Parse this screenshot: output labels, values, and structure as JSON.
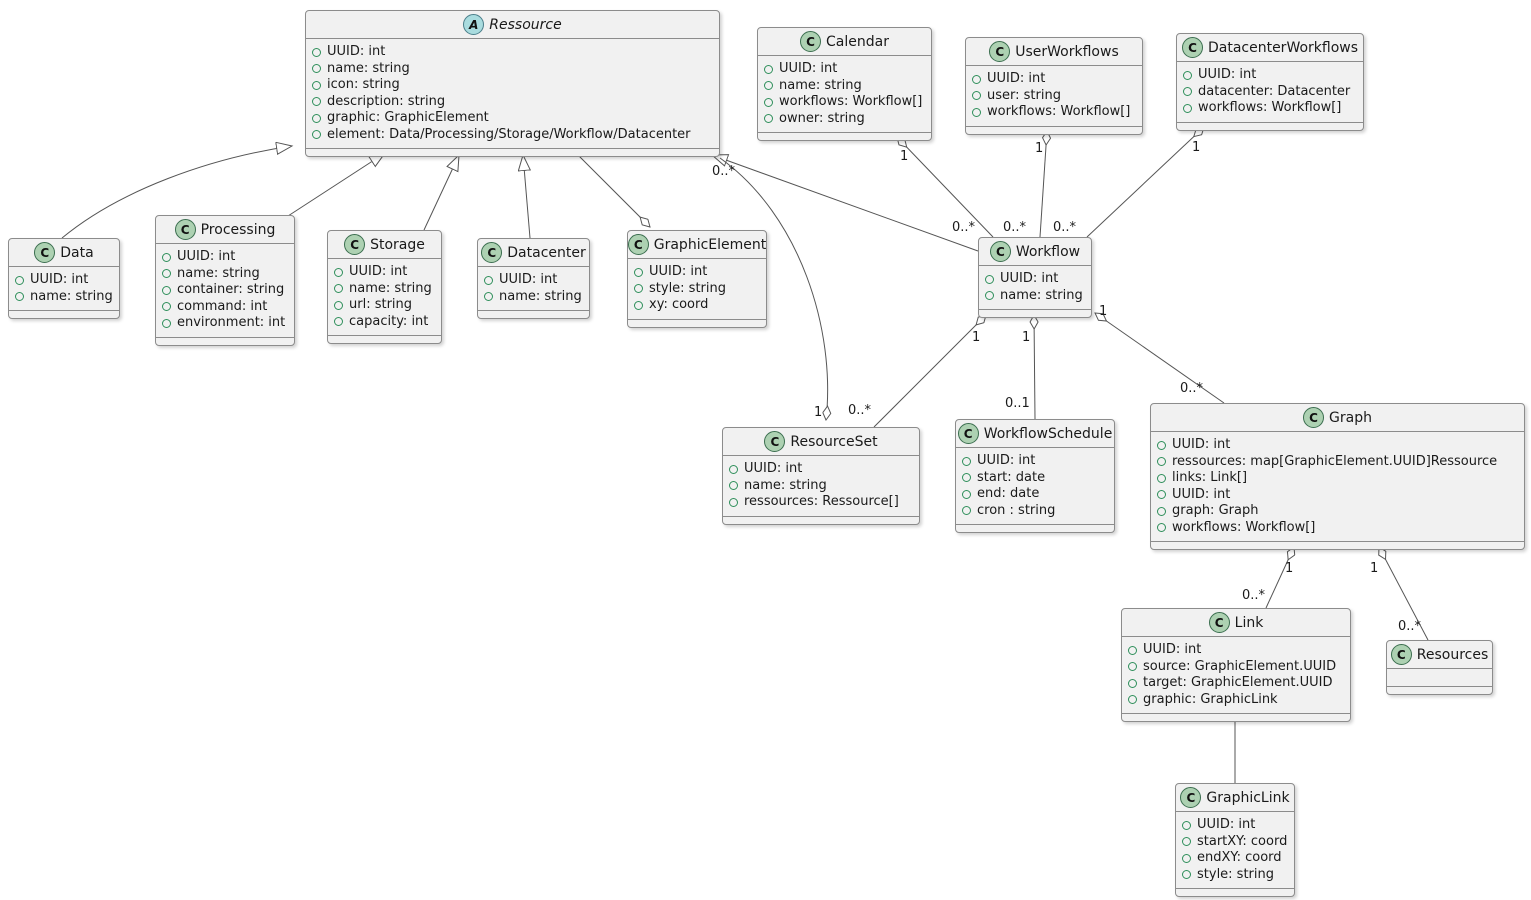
{
  "icons": {
    "class_badge": "C",
    "abstract_badge": "A"
  },
  "colors": {
    "class_badge_bg": "#ADD1B2",
    "abstract_badge_bg": "#A9DCDF",
    "box_bg": "#F1F1F1",
    "box_border": "#8C8C8C",
    "edge": "#555555",
    "field_icon_green": "#2F8F5B"
  },
  "multiplicity": {
    "one": "1",
    "zero_many": "0..*",
    "zero_one": "0..1"
  },
  "classes": {
    "ressource": {
      "name": "Ressource",
      "attributes": [
        "UUID: int",
        "name: string",
        "icon: string",
        "description: string",
        "graphic: GraphicElement",
        "element: Data/Processing/Storage/Workflow/Datacenter"
      ]
    },
    "calendar": {
      "name": "Calendar",
      "attributes": [
        "UUID: int",
        "name: string",
        "workflows: Workflow[]",
        "owner: string"
      ]
    },
    "userworkflows": {
      "name": "UserWorkflows",
      "attributes": [
        "UUID: int",
        "user: string",
        "workflows: Workflow[]"
      ]
    },
    "datacenterworkflows": {
      "name": "DatacenterWorkflows",
      "attributes": [
        "UUID: int",
        "datacenter: Datacenter",
        "workflows: Workflow[]"
      ]
    },
    "data": {
      "name": "Data",
      "attributes": [
        "UUID: int",
        "name: string"
      ]
    },
    "processing": {
      "name": "Processing",
      "attributes": [
        "UUID: int",
        "name: string",
        "container: string",
        "command: int",
        "environment: int"
      ]
    },
    "storage": {
      "name": "Storage",
      "attributes": [
        "UUID: int",
        "name: string",
        "url: string",
        "capacity: int"
      ]
    },
    "datacenter": {
      "name": "Datacenter",
      "attributes": [
        "UUID: int",
        "name: string"
      ]
    },
    "graphicelement": {
      "name": "GraphicElement",
      "attributes": [
        "UUID: int",
        "style: string",
        "xy: coord"
      ]
    },
    "workflow": {
      "name": "Workflow",
      "attributes": [
        "UUID: int",
        "name: string"
      ]
    },
    "resourceset": {
      "name": "ResourceSet",
      "attributes": [
        "UUID: int",
        "name: string",
        "ressources: Ressource[]"
      ]
    },
    "workflowschedule": {
      "name": "WorkflowSchedule",
      "attributes": [
        "UUID: int",
        "start: date",
        "end: date",
        "cron : string"
      ]
    },
    "graph": {
      "name": "Graph",
      "attributes": [
        "UUID: int",
        "ressources: map[GraphicElement.UUID]Ressource",
        "links: Link[]",
        "UUID: int",
        "graph: Graph",
        "workflows: Workflow[]"
      ]
    },
    "link": {
      "name": "Link",
      "attributes": [
        "UUID: int",
        "source: GraphicElement.UUID",
        "target: GraphicElement.UUID",
        "graphic: GraphicLink"
      ]
    },
    "resources": {
      "name": "Resources",
      "attributes": []
    },
    "graphiclink": {
      "name": "GraphicLink",
      "attributes": [
        "UUID: int",
        "startXY: coord",
        "endXY: coord",
        "style: string"
      ]
    }
  }
}
